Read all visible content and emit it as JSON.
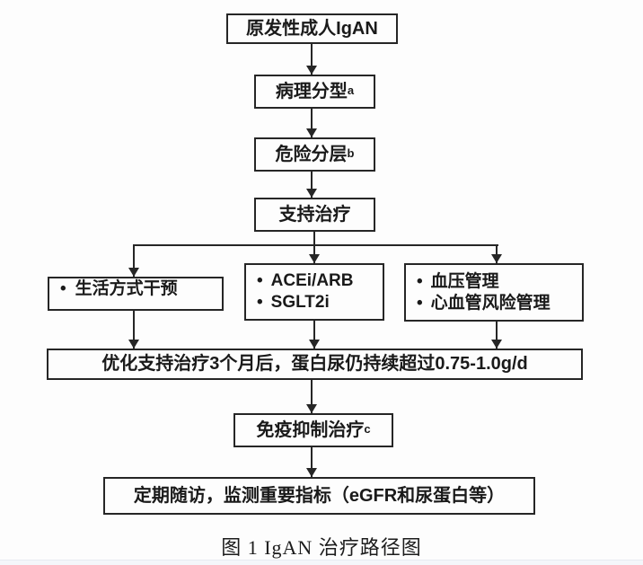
{
  "flowchart": {
    "glyphs": {
      "bullet": "•"
    },
    "nodes": {
      "igan": {
        "label": "原发性成人IgAN"
      },
      "pathology": {
        "label": "病理分型",
        "sup": "a"
      },
      "risk": {
        "label": "危险分层",
        "sup": "b"
      },
      "support": {
        "label": "支持治疗"
      },
      "lifestyle": {
        "items": [
          "生活方式干预"
        ]
      },
      "acei": {
        "items": [
          "ACEi/ARB",
          "SGLT2i"
        ]
      },
      "bp": {
        "items": [
          "血压管理",
          "心血管风险管理"
        ]
      },
      "optimize": {
        "label": "优化支持治疗3个月后，蛋白尿仍持续超过0.75-1.0g/d"
      },
      "immuno": {
        "label": "免疫抑制治疗",
        "sup": "c"
      },
      "followup": {
        "label": "定期随访，监测重要指标（eGFR和尿蛋白等）"
      }
    },
    "caption": "图 1 IgAN 治疗路径图",
    "colors": {
      "line": "#262626",
      "text": "#1a1a1a",
      "background": "#fdfdfd"
    }
  }
}
